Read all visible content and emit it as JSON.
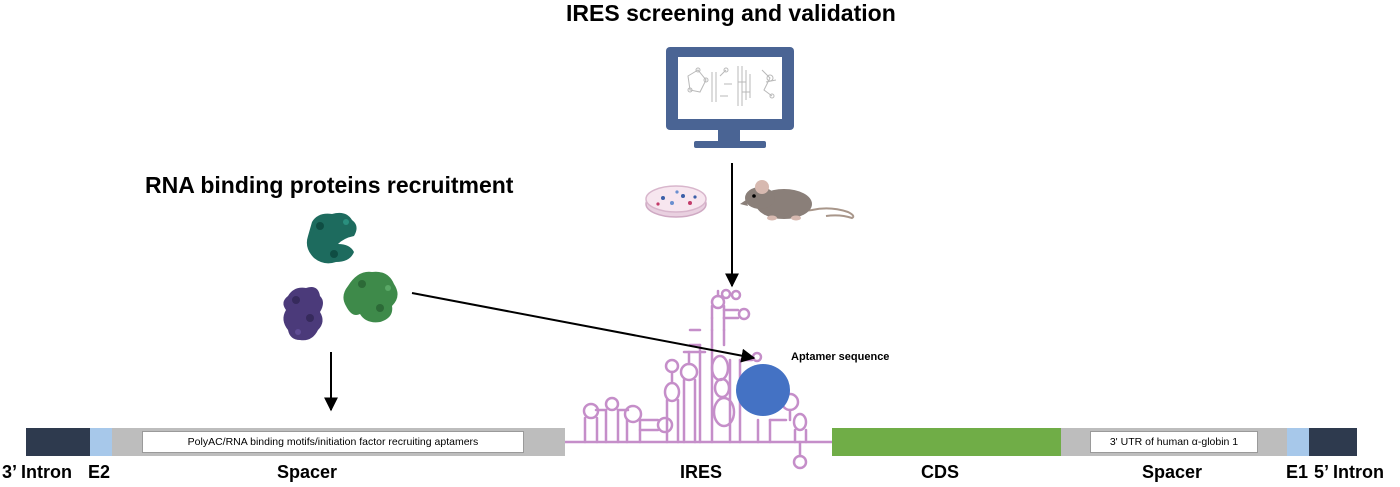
{
  "headings": {
    "ires_title": "IRES screening and validation",
    "rbp_title": "RNA binding proteins recruitment"
  },
  "construct": {
    "left_intron": "3’ Intron",
    "left_exon": "E2",
    "spacer_left": "Spacer",
    "spacer_left_box": "PolyAC/RNA binding motifs/initiation factor recruiting aptamers",
    "ires": "IRES",
    "aptamer": "Aptamer sequence",
    "cds": "CDS",
    "spacer_right_box": "3' UTR of human α-globin 1",
    "spacer_right": "Spacer",
    "right_exon": "E1",
    "right_intron": "5’ Intron"
  },
  "icons": {
    "monitor": "computer-monitor-icon",
    "dish": "petri-dish-icon",
    "mouse": "mouse-icon",
    "proteins": [
      "rna-binding-protein-teal",
      "rna-binding-protein-purple",
      "rna-binding-protein-green"
    ]
  },
  "colors": {
    "intron": "#2e3a4e",
    "exon": "#a7c8ea",
    "spacer": "#bdbdbd",
    "cds": "#70ad47",
    "ires_line": "#c58ec9",
    "aptamer": "#4472c4",
    "monitor": "#4a6494",
    "protein_teal": "#1d6b5e",
    "protein_purple": "#4b3a7a",
    "protein_green": "#3e8a4a"
  }
}
